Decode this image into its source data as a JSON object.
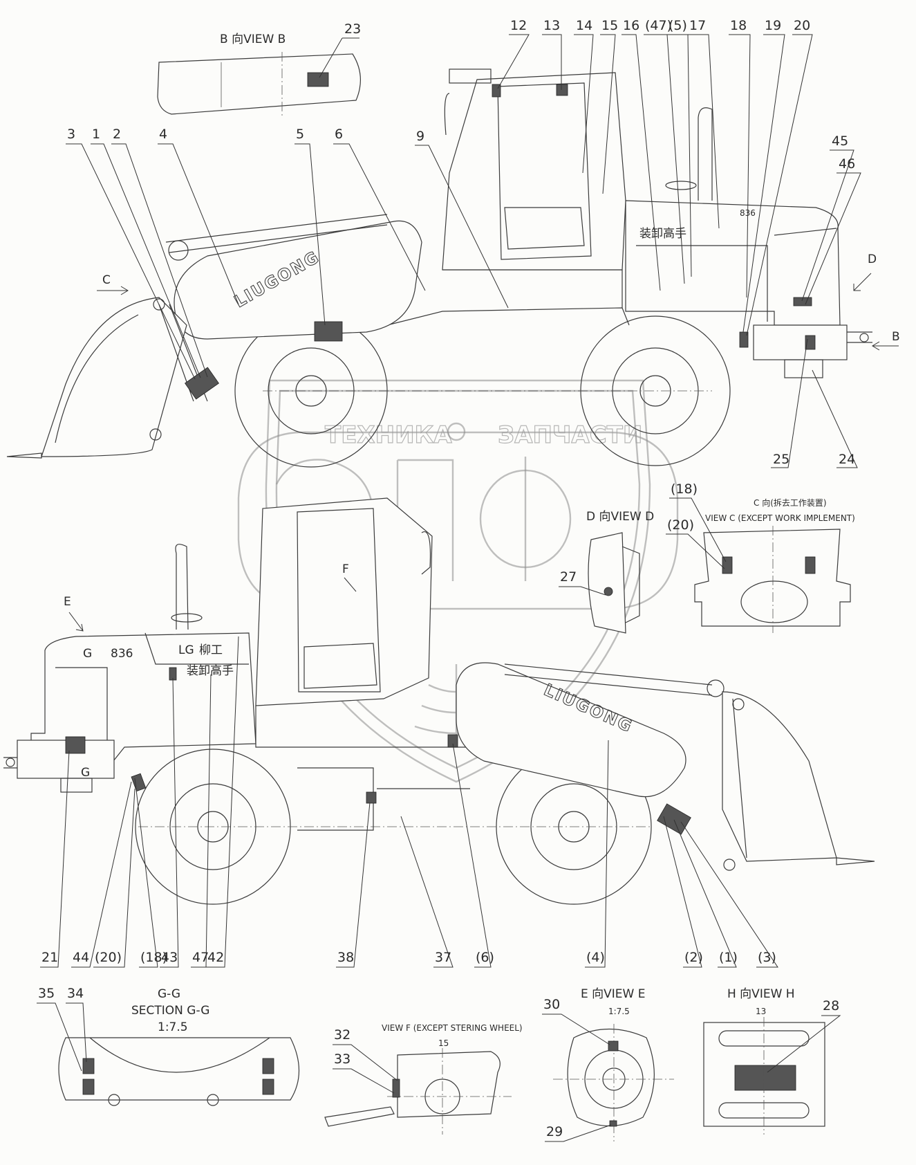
{
  "watermark": {
    "left_text": "ТЕХНИКА",
    "right_text": "ЗАПЧАСТИ",
    "logo_text": "ЭПФ"
  },
  "views": {
    "view_b": "B 向VIEW B",
    "view_c_line1": "C 向(拆去工作装置)",
    "view_c_line2": "VIEW C (EXCEPT WORK IMPLEMENT)",
    "view_d": "D 向VIEW D",
    "section_gg_line1": "G-G",
    "section_gg_line2": "SECTION G-G",
    "section_gg_scale": "1:7.5",
    "view_f": "VIEW F (EXCEPT STERING WHEEL)",
    "view_f_scale": "15",
    "view_e": "E 向VIEW E",
    "view_e_scale": "1:7.5",
    "view_h": "H 向VIEW H",
    "view_h_scale": "13"
  },
  "machine_text": {
    "brand": "LIUGONG",
    "model": "836",
    "slogan": "装卸高手",
    "logo_cn": "柳工",
    "logo_mark": "LG"
  },
  "direction_letters": {
    "c": "C",
    "d": "D",
    "b": "B",
    "e": "E",
    "f": "F",
    "g_top": "G",
    "g_bottom": "G"
  },
  "callouts_top": [
    "12",
    "13",
    "14",
    "15",
    "16",
    "(47)",
    "(5)",
    "17",
    "18",
    "19",
    "20"
  ],
  "callouts_top_left": [
    "3",
    "1",
    "2",
    "4",
    "5",
    "6",
    "9"
  ],
  "callouts_view_b": [
    "23"
  ],
  "callouts_right": [
    "45",
    "46"
  ],
  "callouts_mid_right": [
    "25",
    "24"
  ],
  "callouts_view_c": [
    "(18)",
    "(20)"
  ],
  "callouts_view_d": [
    "27"
  ],
  "callouts_bottom": [
    "21",
    "44",
    "(20)",
    "(18)",
    "43",
    "47",
    "42",
    "38",
    "37",
    "(6)",
    "(4)",
    "(2)",
    "(1)",
    "(3)"
  ],
  "callouts_gg": [
    "35",
    "34"
  ],
  "callouts_f": [
    "32",
    "33"
  ],
  "callouts_e": [
    "30",
    "29"
  ],
  "callouts_h": [
    "28"
  ]
}
